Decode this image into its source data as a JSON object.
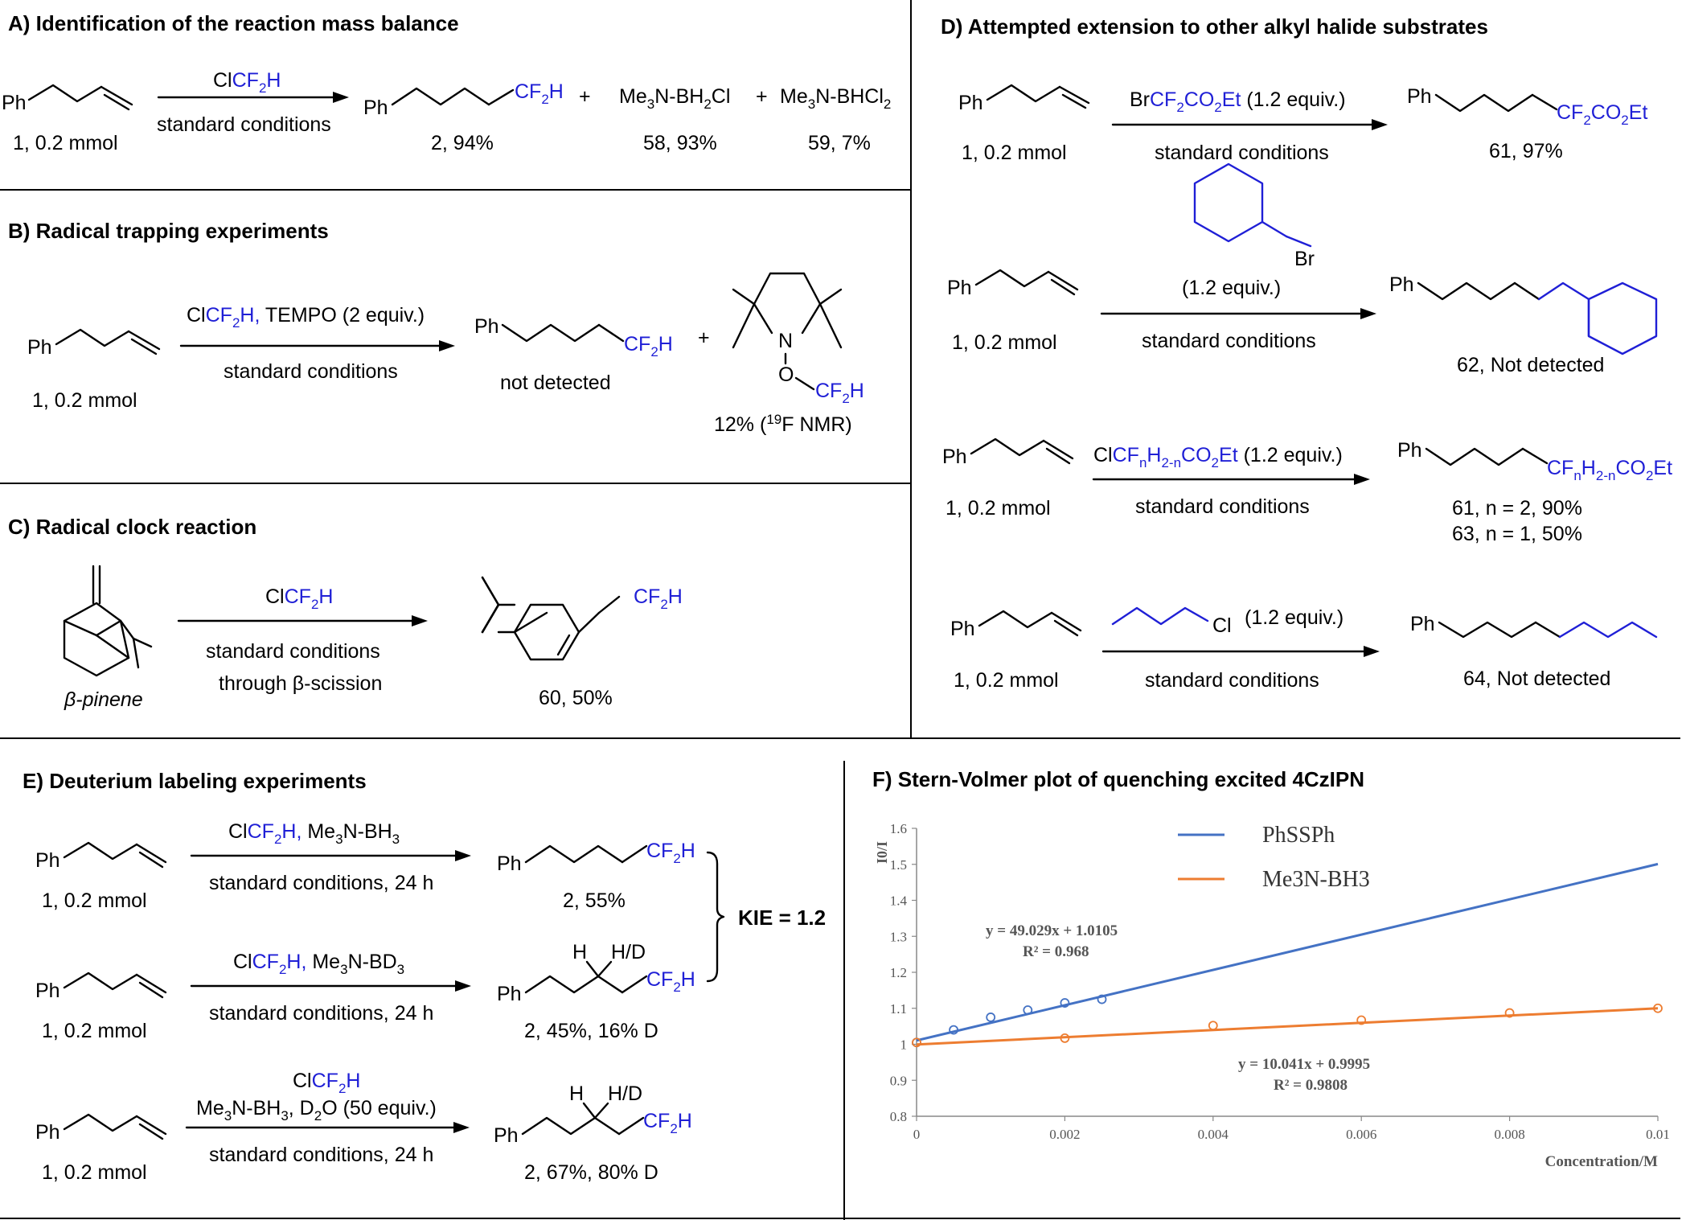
{
  "panels": {
    "A": {
      "heading": "A) Identification of the reaction mass balance",
      "substrate_label": "1, 0.2 mmol",
      "reagent": "ClCF2H",
      "conditions": "standard conditions",
      "product_label": "2, 94%",
      "byproduct1": "Me3N-BH2Cl",
      "byproduct1_label": "58, 93%",
      "byproduct2": "Me3N-BHCl2",
      "byproduct2_label": "59, 7%"
    },
    "B": {
      "heading": "B) Radical trapping experiments",
      "substrate_label": "1, 0.2 mmol",
      "reagent": "ClCF2H, TEMPO (2 equiv.)",
      "conditions": "standard conditions",
      "product_note": "not detected",
      "adduct_yield": "12% (19F NMR)"
    },
    "C": {
      "heading": "C) Radical clock reaction",
      "substrate_name": "β-pinene",
      "reagent": "ClCF2H",
      "conditions": "standard conditions",
      "conditions2": "through β-scission",
      "product_label": "60, 50%"
    },
    "D": {
      "heading": "D) Attempted extension to other alkyl halide substrates",
      "rows": [
        {
          "substrate_label": "1, 0.2 mmol",
          "reagent": "BrCF2CO2Et (1.2 equiv.)",
          "conditions": "standard conditions",
          "product_label": "61, 97%"
        },
        {
          "substrate_label": "1, 0.2 mmol",
          "reagent": "(1.2 equiv.)",
          "conditions": "standard conditions",
          "product_label": "62, Not detected"
        },
        {
          "substrate_label": "1, 0.2 mmol",
          "reagent": "ClCFnH2-nCO2Et (1.2 equiv.)",
          "conditions": "standard conditions",
          "product_label": "61, n = 2, 90%",
          "product_label2": "63, n = 1, 50%"
        },
        {
          "substrate_label": "1, 0.2 mmol",
          "reagent": "(1.2 equiv.)",
          "conditions": "standard conditions",
          "product_label": "64, Not detected"
        }
      ]
    },
    "E": {
      "heading": "E) Deuterium labeling experiments",
      "rows": [
        {
          "substrate_label": "1, 0.2 mmol",
          "reagent": "ClCF2H, Me3N-BH3",
          "conditions": "standard conditions, 24 h",
          "product_label": "2, 55%"
        },
        {
          "substrate_label": "1, 0.2 mmol",
          "reagent": "ClCF2H, Me3N-BD3",
          "conditions": "standard conditions, 24 h",
          "product_label": "2, 45%, 16% D"
        },
        {
          "substrate_label": "1, 0.2 mmol",
          "reagent": "ClCF2H",
          "reagent2": "Me3N-BH3, D2O (50 equiv.)",
          "conditions": "standard conditions, 24 h",
          "product_label": "2, 67%, 80% D"
        }
      ],
      "kie": "KIE = 1.2"
    },
    "F": {
      "heading": "F) Stern-Volmer plot of quenching excited 4CzIPN"
    }
  },
  "chart_data": {
    "type": "scatter",
    "title": "F) Stern-Volmer plot of quenching excited 4CzIPN",
    "xlabel": "Concentration/M",
    "ylabel": "I0/I",
    "xlim": [
      0,
      0.01
    ],
    "ylim": [
      0.8,
      1.6
    ],
    "x_ticks": [
      "0",
      "0.002",
      "0.004",
      "0.006",
      "0.008",
      "0.01"
    ],
    "y_ticks": [
      "0.8",
      "0.9",
      "1",
      "1.1",
      "1.2",
      "1.3",
      "1.4",
      "1.5",
      "1.6"
    ],
    "legend_position": "top-center",
    "series": [
      {
        "name": "PhSSPh",
        "color": "#4472c4",
        "x": [
          0,
          0.0005,
          0.001,
          0.0015,
          0.002,
          0.0025
        ],
        "y": [
          1.005,
          1.04,
          1.075,
          1.095,
          1.115,
          1.125
        ],
        "fit": {
          "slope": 49.029,
          "intercept": 1.0105,
          "x_end": 0.01
        },
        "equation": "y = 49.029x + 1.0105",
        "r2": "R² = 0.968"
      },
      {
        "name": "Me3N-BH3",
        "color": "#ed7d31",
        "x": [
          0,
          0.002,
          0.004,
          0.006,
          0.008,
          0.01
        ],
        "y": [
          1.005,
          1.017,
          1.052,
          1.067,
          1.087,
          1.1
        ],
        "fit": {
          "slope": 10.041,
          "intercept": 0.9995,
          "x_end": 0.01
        },
        "equation": "y = 10.041x + 0.9995",
        "r2": "R² = 0.9808"
      }
    ]
  }
}
